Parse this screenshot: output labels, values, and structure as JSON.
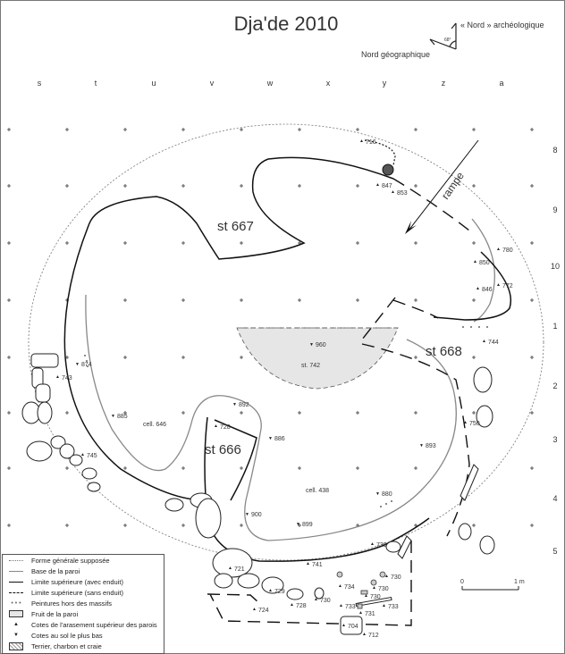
{
  "title": "Dja'de 2010",
  "north": {
    "archaeological": "« Nord » archéologique",
    "geographic": "Nord géographique",
    "angle": "68°"
  },
  "columns": [
    "s",
    "t",
    "u",
    "v",
    "w",
    "x",
    "y",
    "z",
    "a"
  ],
  "rows": [
    "8",
    "9",
    "10",
    "1",
    "2",
    "3",
    "4",
    "5"
  ],
  "structures": {
    "st667": "st 667",
    "st668": "st 668",
    "st666": "st 666",
    "st742": "st. 742",
    "cell646": "cell. 646",
    "cell438": "cell. 438",
    "rampe": "rampe"
  },
  "elevations": [
    "716",
    "847",
    "853",
    "780",
    "850",
    "846",
    "772",
    "744",
    "960",
    "874",
    "743",
    "885",
    "892",
    "728",
    "886",
    "745",
    "893",
    "750",
    "880",
    "900",
    "899",
    "739",
    "741",
    "721",
    "734",
    "730",
    "730",
    "730",
    "729",
    "728",
    "730",
    "733",
    "731",
    "733",
    "724",
    "704",
    "712"
  ],
  "scale": {
    "start": "0",
    "end": "1 m"
  },
  "legend": [
    "Forme générale supposée",
    "Base de la paroi",
    "Limite supérieure (avec enduit)",
    "Limite supérieure (sans enduit)",
    "Peintures hors des massifs",
    "Fruit de la paroi",
    "Cotes de l'arasement supérieur des parois",
    "Cotes au sol le plus bas",
    "Terrier, charbon et craie"
  ]
}
